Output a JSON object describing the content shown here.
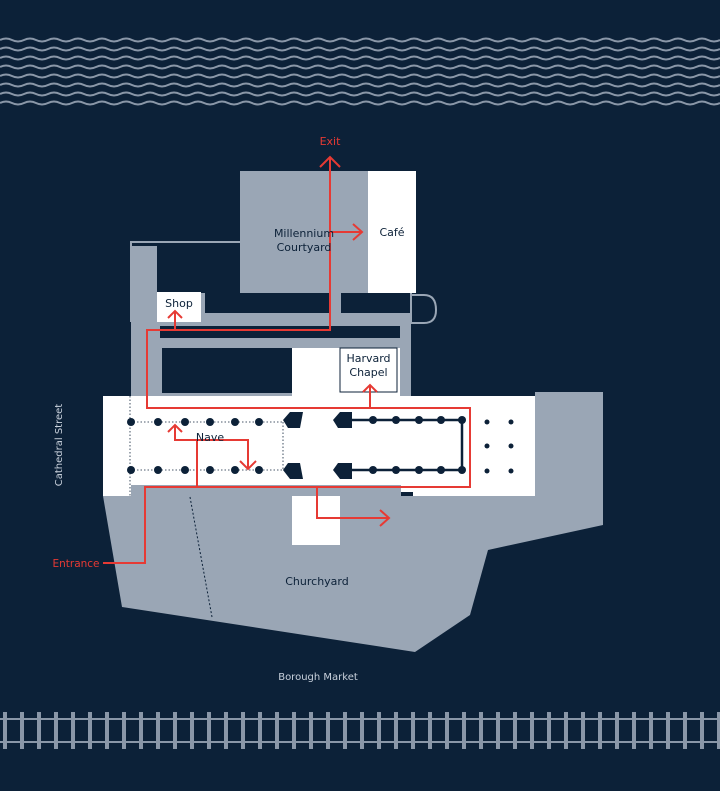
{
  "labels": {
    "exit": "Exit",
    "courtyard_line1": "Millennium",
    "courtyard_line2": "Courtyard",
    "cafe": "Café",
    "shop": "Shop",
    "chapel_line1": "Harvard",
    "chapel_line2": "Chapel",
    "nave": "Nave",
    "churchyard": "Churchyard",
    "entrance": "Entrance",
    "street": "Cathedral Street",
    "market": "Borough Market"
  },
  "colors": {
    "background": "#0c2138",
    "building": "#9aa6b5",
    "white": "#ffffff",
    "route": "#e63a34"
  }
}
